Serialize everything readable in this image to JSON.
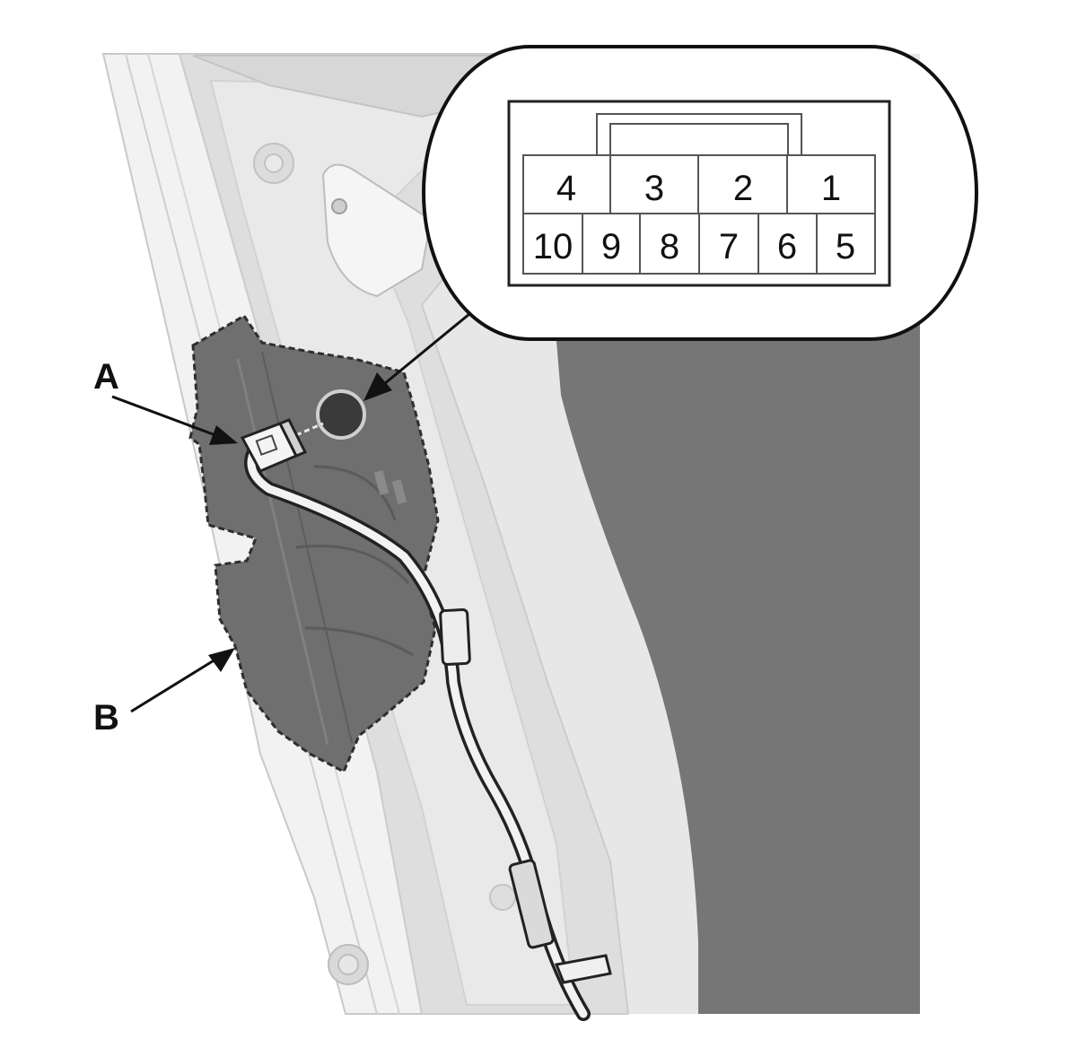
{
  "callouts": {
    "a": "A",
    "b": "B"
  },
  "connector": {
    "top_row": [
      "4",
      "3",
      "2",
      "1"
    ],
    "bottom_row": [
      "10",
      "9",
      "8",
      "7",
      "6",
      "5"
    ]
  },
  "colors": {
    "panel_light": "#e6e6e6",
    "panel_dark": "#767676",
    "harness_cover": "#6e6e6e",
    "line": "#111111"
  }
}
